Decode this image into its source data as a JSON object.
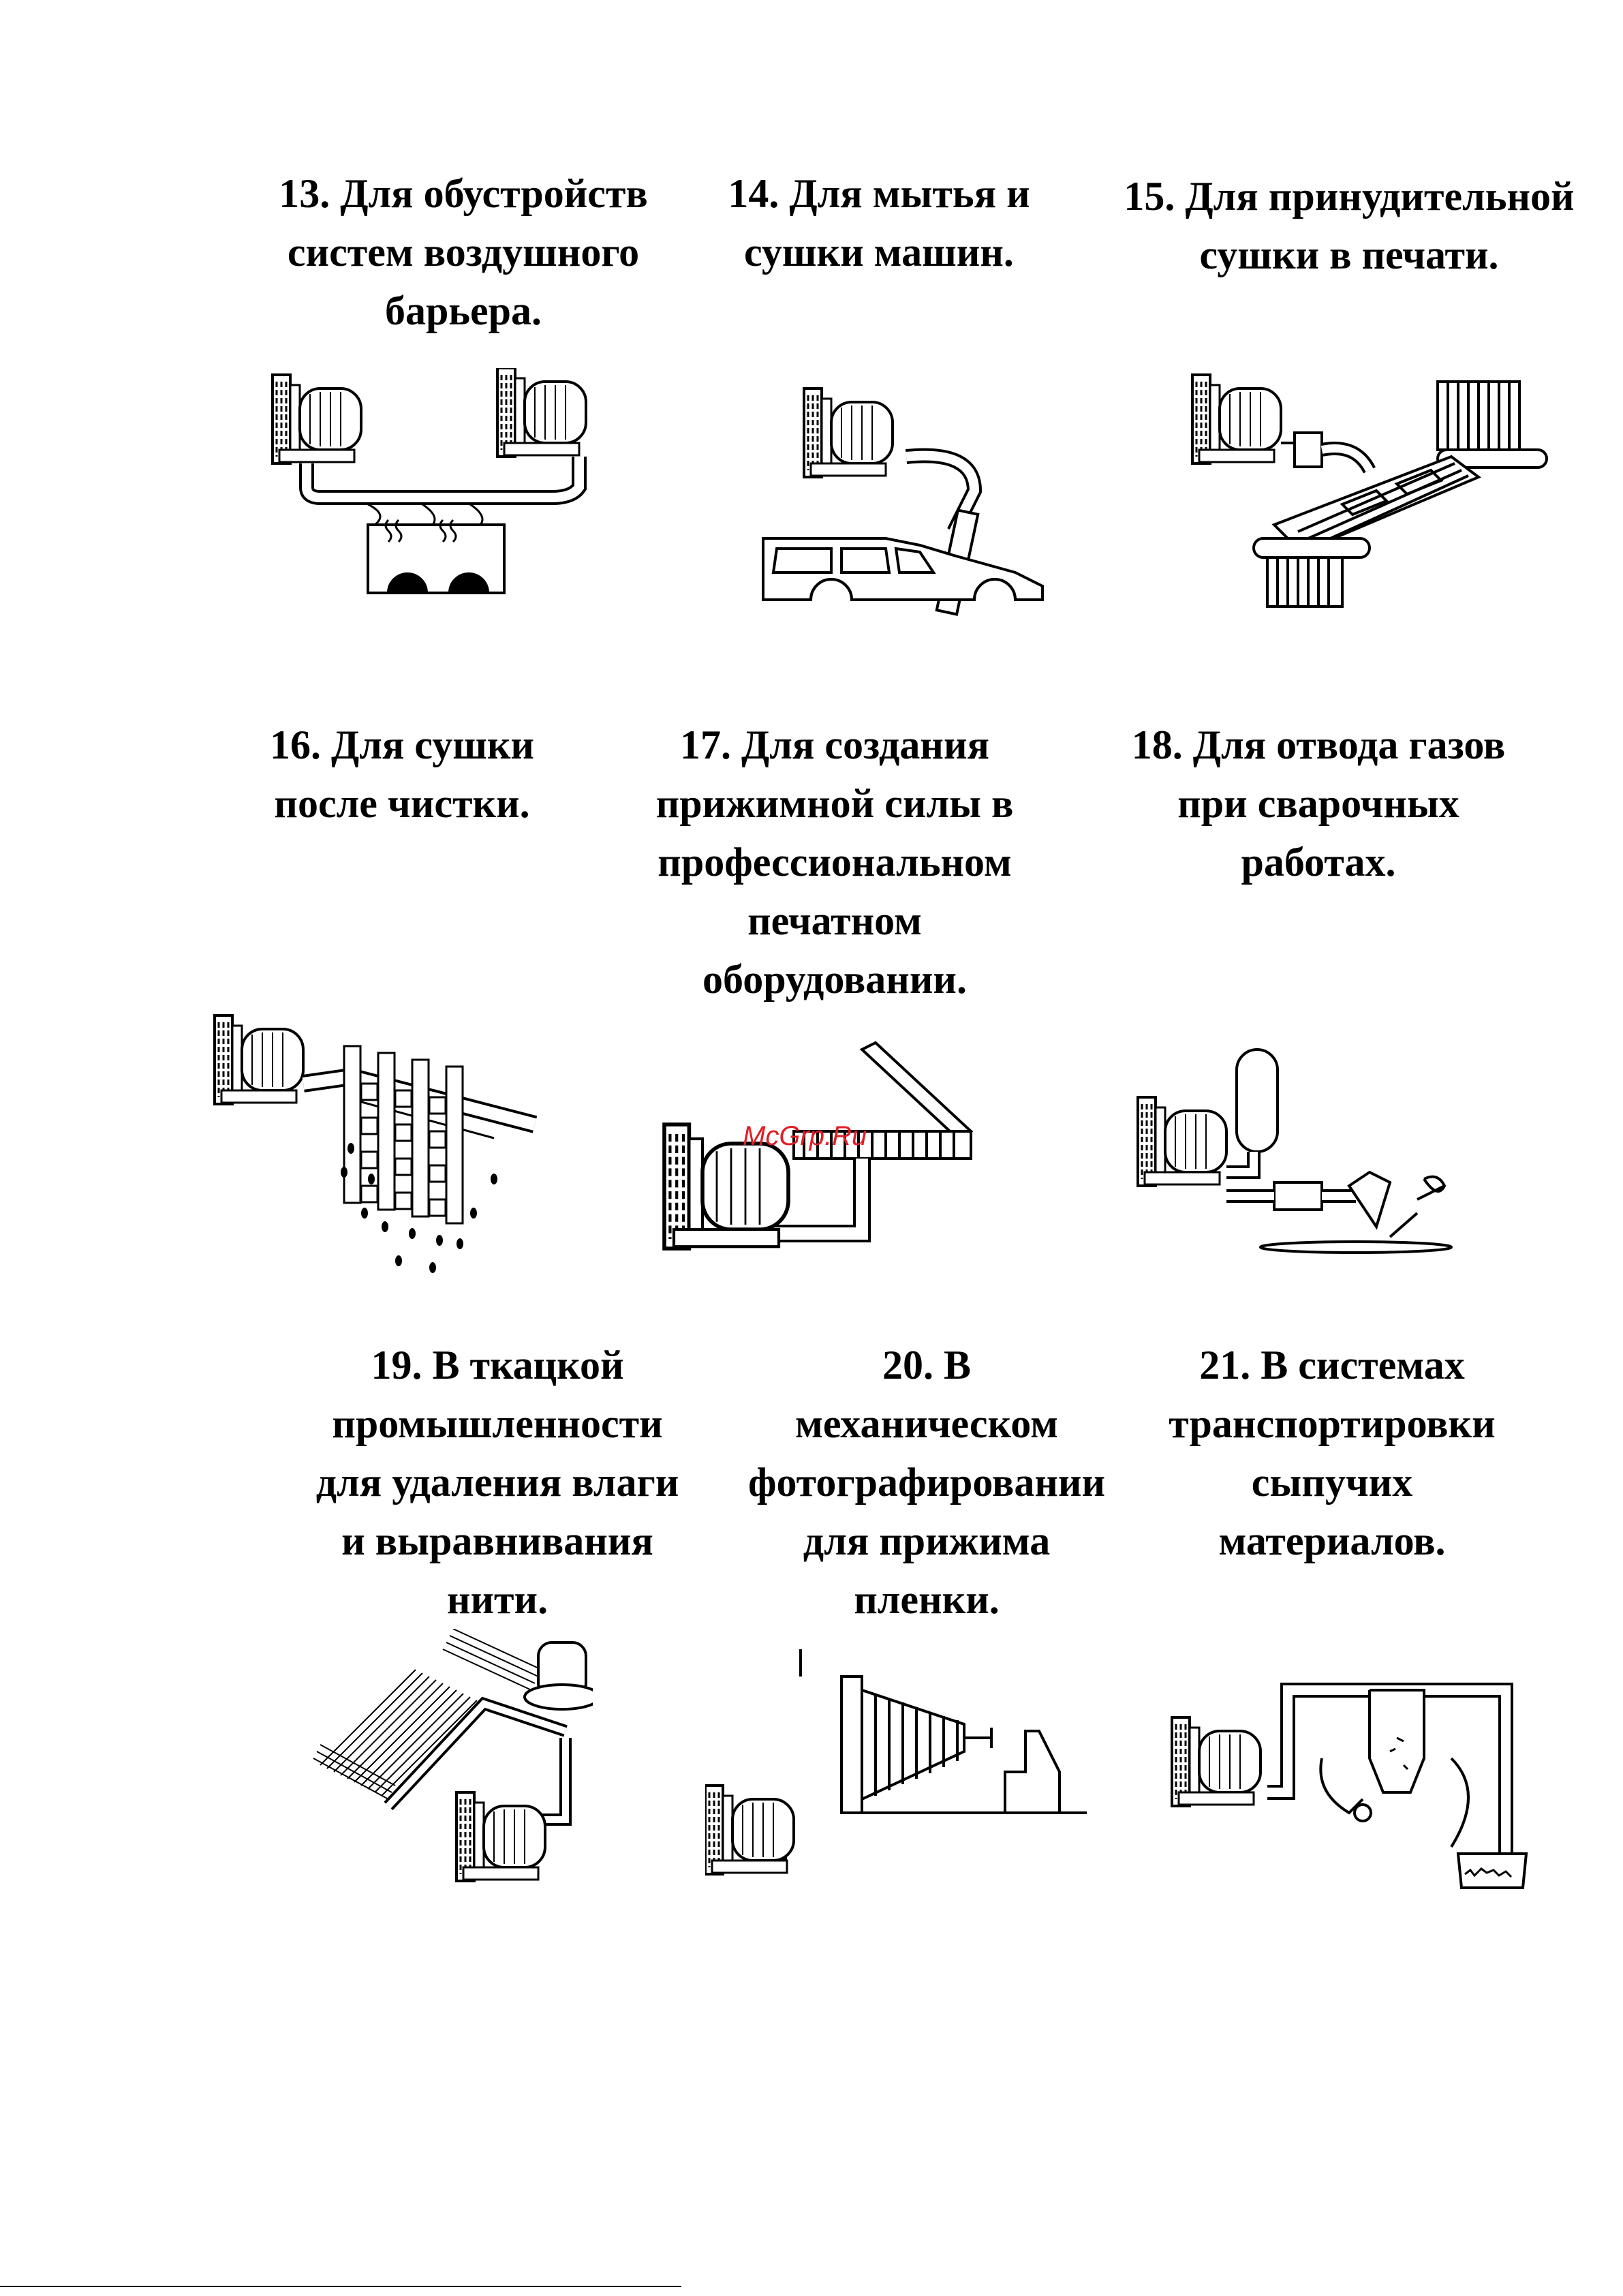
{
  "items": [
    {
      "lines": [
        "13. Для обустройств",
        "систем воздушного",
        "барьера."
      ],
      "icon": "air-barrier-illustration"
    },
    {
      "lines": [
        "14. Для мытья и",
        "сушки машин."
      ],
      "icon": "car-wash-illustration"
    },
    {
      "lines": [
        "15. Для принудительной",
        "сушки в печати."
      ],
      "icon": "print-drying-illustration"
    },
    {
      "lines": [
        "16. Для сушки",
        "после чистки."
      ],
      "icon": "cleaning-drying-illustration"
    },
    {
      "lines": [
        "17. Для создания",
        "прижимной силы в",
        "профессиональном",
        "печатном",
        "оборудовании."
      ],
      "icon": "printing-hold-down-illustration"
    },
    {
      "lines": [
        "18. Для отвода газов",
        "при сварочных",
        "работах."
      ],
      "icon": "welding-fume-illustration"
    },
    {
      "lines": [
        "19. В ткацкой",
        "промышленности",
        "для удаления влаги",
        "и выравнивания",
        "нити."
      ],
      "icon": "textile-illustration"
    },
    {
      "lines": [
        "20. В",
        "механическом",
        "фотографировании",
        "для прижима",
        "пленки."
      ],
      "icon": "photo-film-illustration"
    },
    {
      "lines": [
        "21. В системах",
        "транспортировки",
        "сыпучих",
        "материалов."
      ],
      "icon": "bulk-conveying-illustration"
    }
  ],
  "watermark": "McGrp.Ru"
}
